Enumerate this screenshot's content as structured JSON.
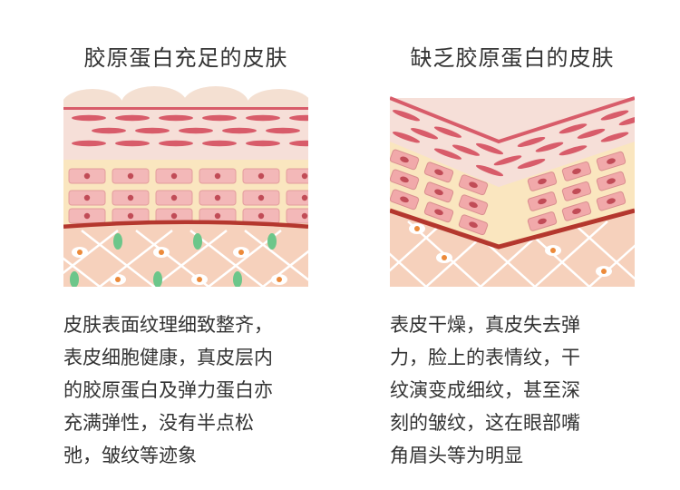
{
  "panels": [
    {
      "title": "胶原蛋白充足的皮肤",
      "illustration": "healthy-skin-cross-section",
      "lines": [
        "皮肤表面纹理细致整齐，",
        "表皮细胞健康，真皮层内",
        "的胶原蛋白及弹力蛋白亦",
        "充满弹性，没有半点松",
        "弛，皱纹等迹象"
      ]
    },
    {
      "title": "缺乏胶原蛋白的皮肤",
      "illustration": "aged-skin-cross-section",
      "lines": [
        "表皮干燥，真皮失去弹",
        "力，脸上的表情纹，干",
        "纹演变成细纹，甚至深",
        "刻的皱纹，这在眼部嘴",
        "角眉头等为明显"
      ]
    }
  ],
  "colors": {
    "text": "#333333",
    "surface_top": "#f3dccd",
    "stripe_layer": "#f6dfd8",
    "stripe": "#d85c6a",
    "cell_layer": "#fae6bf",
    "cell": "#f3b8b8",
    "cell_nucleus": "#c14c57",
    "border_line": "#b4372e",
    "dermis": "#f6d1bc",
    "dermis_lines": "#ffffff",
    "fibroblast": "#ec8a3a",
    "elastin": "#6cc68a"
  }
}
